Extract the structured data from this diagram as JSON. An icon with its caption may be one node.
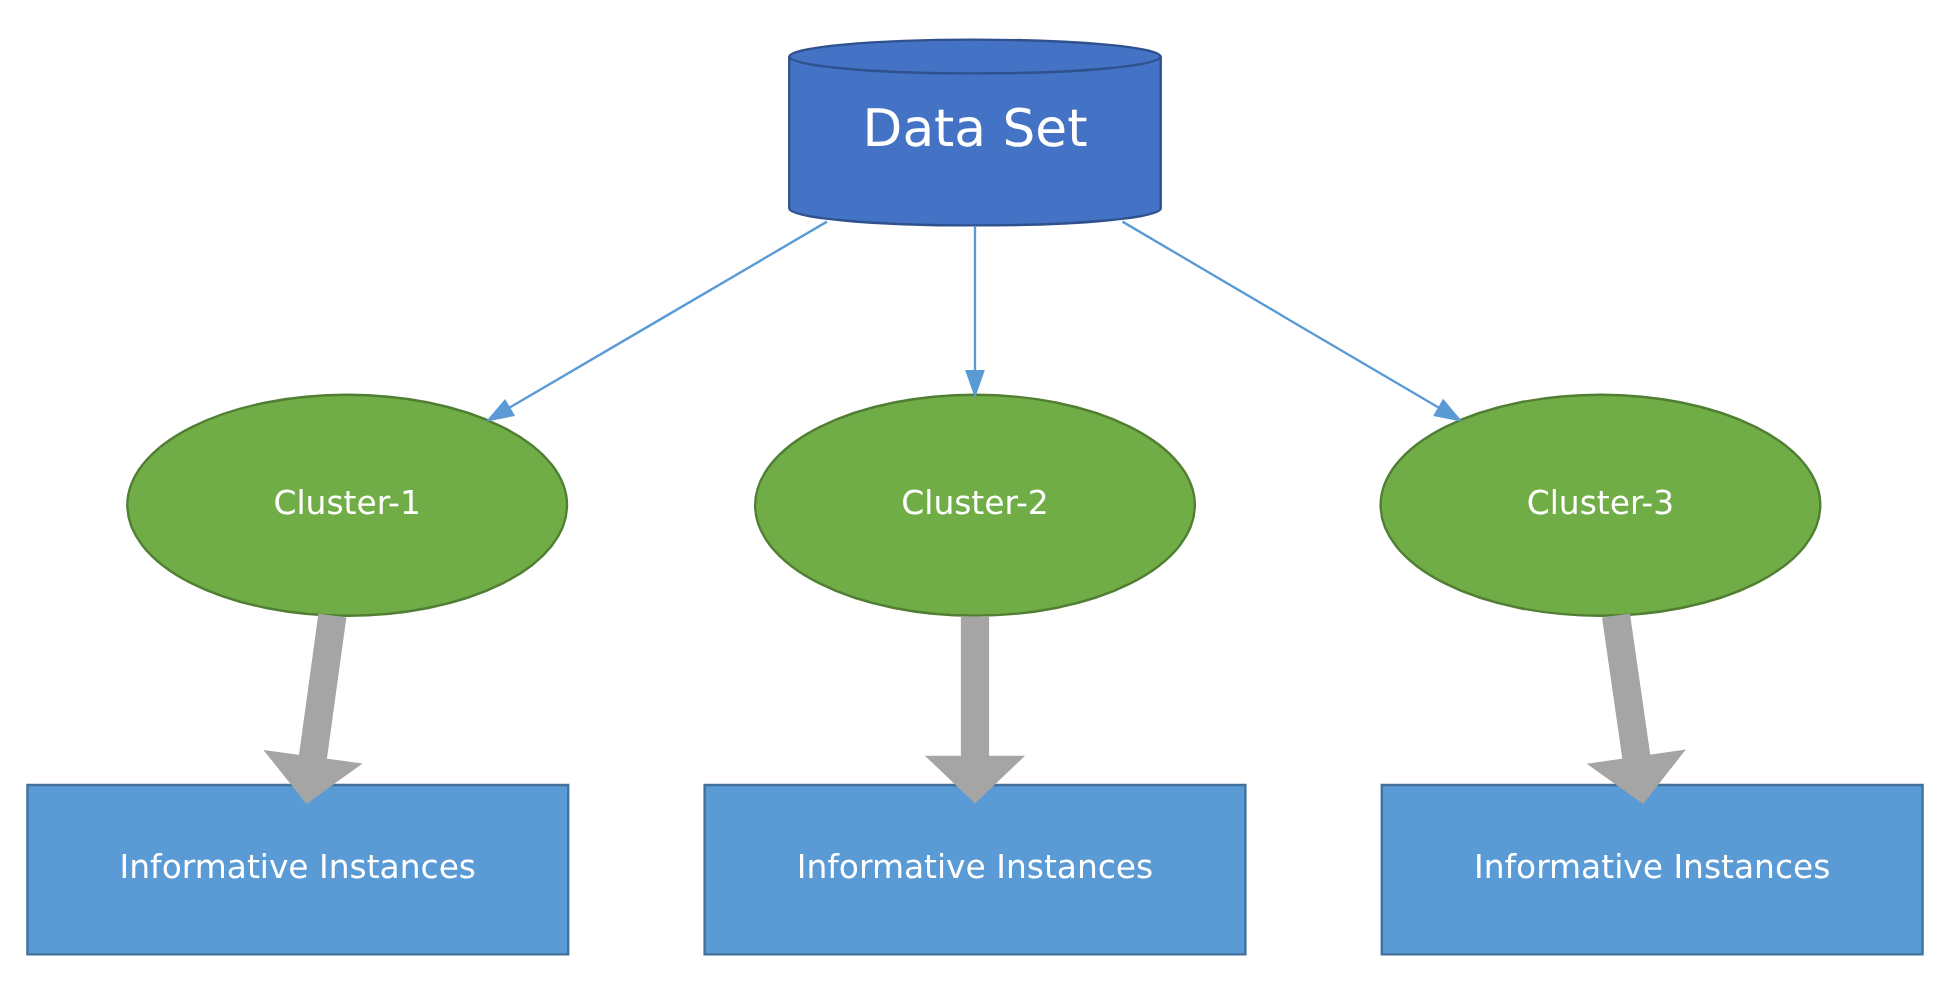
{
  "diagram": {
    "nodes": [
      {
        "text": [
          "Data Set"
        ]
      },
      {
        "text": [
          "Cluster-1"
        ]
      },
      {
        "text": [
          "Cluster-2"
        ]
      },
      {
        "text": [
          "Cluster-3"
        ]
      },
      {
        "text": [
          "Informative Instances"
        ]
      },
      {
        "text": [
          "Informative Instances"
        ]
      },
      {
        "text": [
          "Informative Instances"
        ]
      }
    ],
    "edges": [
      {
        "from": 0,
        "to": 1,
        "arrow": "to"
      },
      {
        "from": 0,
        "to": 2,
        "arrow": "to"
      },
      {
        "from": 0,
        "to": 3,
        "arrow": "to"
      },
      {
        "from": 1,
        "to": 4,
        "arrow": "to",
        "style": "thick",
        "color": "#a5a5a5"
      },
      {
        "from": 2,
        "to": 5,
        "arrow": "to",
        "style": "thick",
        "color": "#a5a5a5"
      },
      {
        "from": 3,
        "to": 6,
        "arrow": "to",
        "style": "thick",
        "color": "#a5a5a5"
      }
    ]
  }
}
